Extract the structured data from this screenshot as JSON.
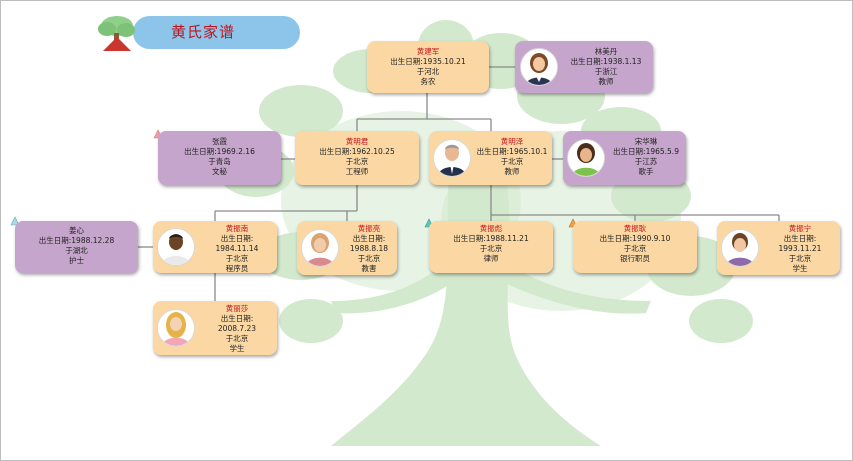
{
  "title": "黄氏家谱",
  "labels": {
    "birth": "出生日期:"
  },
  "colors": {
    "member_card": "#fbd8a3",
    "spouse_card": "#c5a5cb",
    "banner": "#8cc4ea",
    "tree": "#cfe6c8",
    "name_red": "#c0141c"
  },
  "members": {
    "gen1_husband": {
      "name": "黄建军",
      "birth": "1935.10.21",
      "place": "于河北",
      "job": "务农"
    },
    "gen1_wife": {
      "name": "林美丹",
      "birth": "1938.1.13",
      "place": "于浙江",
      "job": "教师"
    },
    "gen2_wife_a": {
      "name": "张霞",
      "birth": "1969.2.16",
      "place": "于青岛",
      "job": "文秘"
    },
    "gen2_son_a": {
      "name": "黄明君",
      "birth": "1962.10.25",
      "place": "于北京",
      "job": "工程师"
    },
    "gen2_son_b": {
      "name": "黄明泽",
      "birth": "1965.10.1",
      "place": "于北京",
      "job": "教师"
    },
    "gen2_wife_b": {
      "name": "宋华琳",
      "birth": "1965.5.9",
      "place": "于江苏",
      "job": "歌手"
    },
    "gen3_wife": {
      "name": "姜心",
      "birth": "1988.12.28",
      "place": "于湖北",
      "job": "护士"
    },
    "gen3_a": {
      "name": "黄振南",
      "birth": "1984.11.14",
      "place": "于北京",
      "job": "程序员"
    },
    "gen3_b": {
      "name": "黄振亮",
      "birth": "1988.8.18",
      "place": "于北京",
      "job": "教害"
    },
    "gen3_c": {
      "name": "黄振彪",
      "birth": "1988.11.21",
      "place": "于北京",
      "job": "律师"
    },
    "gen3_d": {
      "name": "黄振耿",
      "birth": "1990.9.10",
      "place": "于北京",
      "job": "银行职员"
    },
    "gen3_e": {
      "name": "黄振宁",
      "birth": "1993.11.21",
      "place": "于北京",
      "job": "学生"
    },
    "gen4_a": {
      "name": "黄丽莎",
      "birth": "2008.7.23",
      "place": "于北京",
      "job": "学生"
    }
  },
  "icons": [
    "tree-logo-icon",
    "female-avatar-icon",
    "male-avatar-icon",
    "marker-icon"
  ]
}
